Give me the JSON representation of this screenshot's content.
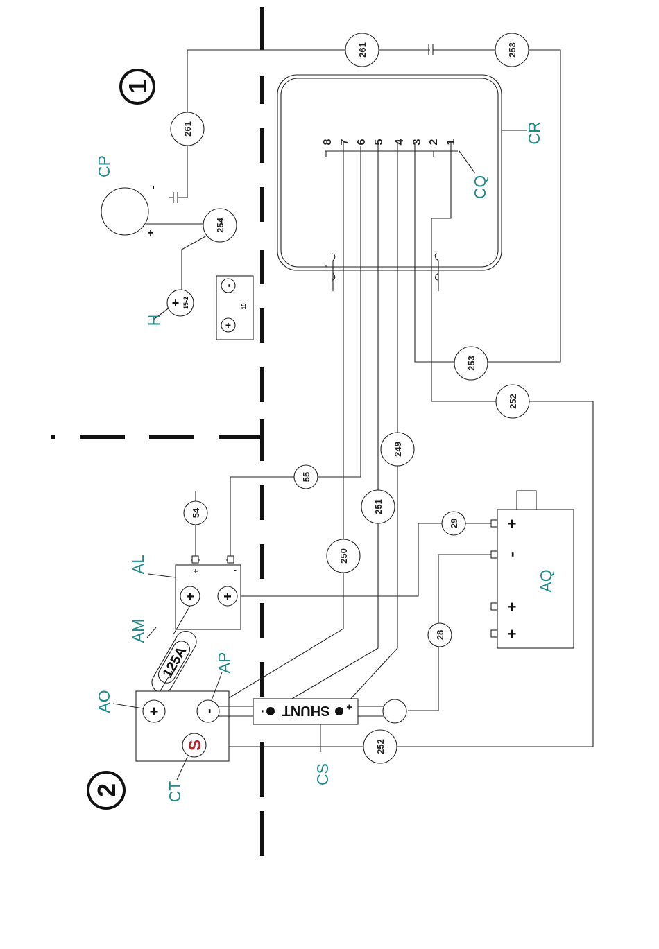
{
  "colors": {
    "accent": "#1f8a8a",
    "sensor": "#b3262d",
    "line": "#222222"
  },
  "zones": {
    "zone1": "1",
    "zone2": "2"
  },
  "components": {
    "CP": "CP",
    "CR": "CR",
    "CQ": "CQ",
    "H": "H",
    "AL": "AL",
    "AM": "AM",
    "AP": "AP",
    "AO": "AO",
    "AQ": "AQ",
    "CT": "CT",
    "CS": "CS"
  },
  "wires": {
    "w261": "261",
    "w253": "253",
    "w254": "254",
    "w252": "252",
    "w55": "55",
    "w54": "54",
    "w249": "249",
    "w251": "251",
    "w250": "250",
    "w29": "29",
    "w28": "28"
  },
  "connector_pins": [
    "8",
    "7",
    "6",
    "5",
    "4",
    "3",
    "2",
    "1"
  ],
  "text": {
    "shunt": "SHUNT",
    "fuse": "125A",
    "sensor": "S",
    "plus": "+",
    "minus": "-",
    "h_rating": "15-2",
    "relay_rating": "15"
  }
}
